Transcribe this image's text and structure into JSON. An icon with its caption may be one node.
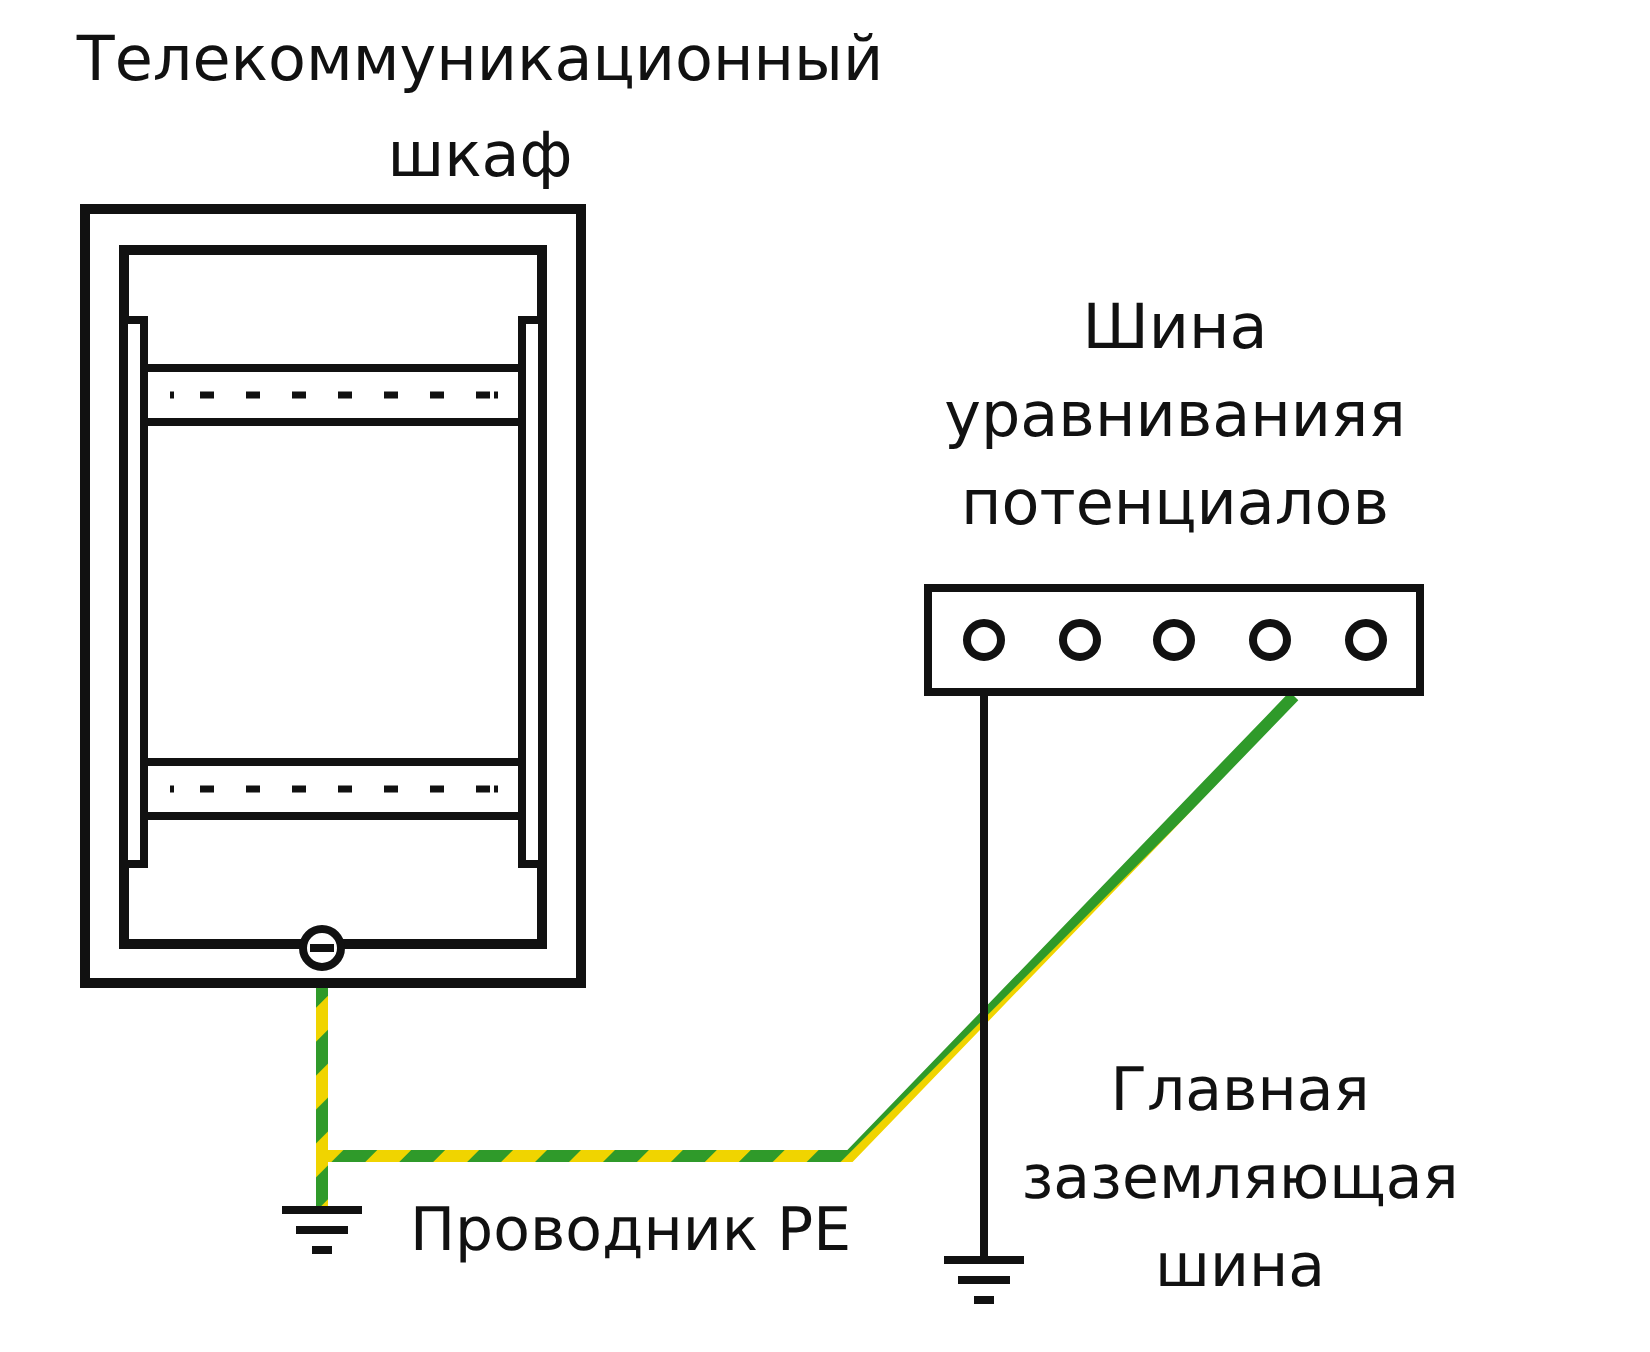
{
  "diagram": {
    "nodes": [
      {
        "text": [
          "Телекоммуникационный шкаф"
        ]
      },
      {
        "text": [],
        "shape": "circle",
        "in": 0
      },
      {
        "text": [],
        "shape": "ground"
      },
      {
        "text": [
          "Шина уравниванияя потенциалов"
        ]
      },
      {
        "text": [],
        "shape": "circle",
        "in": 3
      },
      {
        "text": [],
        "shape": "circle",
        "in": 3
      },
      {
        "text": [],
        "shape": "circle",
        "in": 3
      },
      {
        "text": [],
        "shape": "circle",
        "in": 3
      },
      {
        "text": [],
        "shape": "circle",
        "in": 3
      },
      {
        "text": [],
        "shape": "ground"
      }
    ],
    "edges": [
      {
        "from": 1,
        "to": 2,
        "arrow": "none",
        "color": "#f0d400"
      },
      {
        "from": 1,
        "to": 3,
        "arrow": "none",
        "label": "Проводник PE",
        "color": "#f0d400"
      },
      {
        "from": 4,
        "to": 9,
        "arrow": "none"
      }
    ],
    "labels": [
      "Главная заземляющая шина"
    ]
  }
}
